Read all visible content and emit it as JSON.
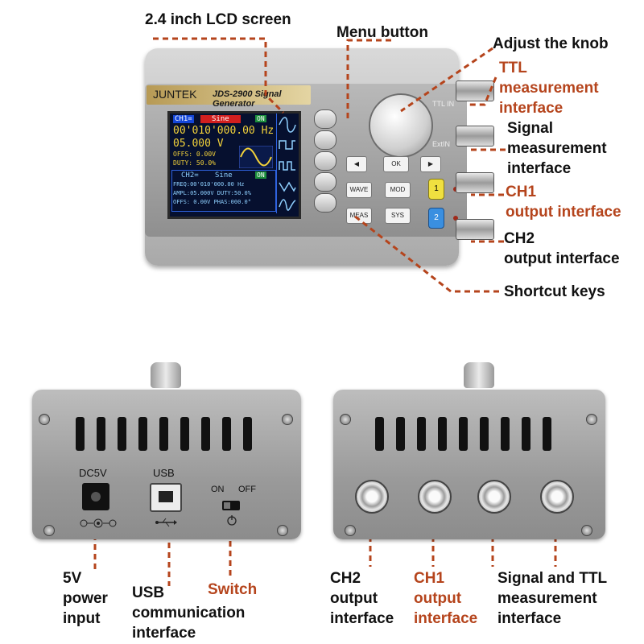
{
  "front_device": {
    "brand": "JUNTEK",
    "model": "JDS-2900 Signal Generator",
    "lcd": {
      "ch1_label": "CH1=",
      "ch1_wave": "Sine",
      "ch1_state": "ON",
      "ch1_freq": "00'010'000.00 Hz",
      "ch1_ampl": "05.000 V",
      "ch1_offs": "OFFS: 0.00V",
      "ch1_duty": "DUTY: 50.0%",
      "ch2_label": "CH2=",
      "ch2_wave": "Sine",
      "ch2_state": "ON",
      "ch2_freq": "FREQ:00'010'000.00 Hz",
      "ch2_ampl": "AMPL:05.000V DUTY:50.0%",
      "ch2_offs": "OFFS: 0.00V PHAS:000.0°"
    },
    "keys": {
      "ok": "OK",
      "wave": "WAVE",
      "mod": "MOD",
      "meas": "MEAS",
      "sys": "SYS",
      "ch1": "1",
      "ch2": "2"
    },
    "side_labels": {
      "ttl_in": "TTL IN",
      "ext_in": "ExtIN"
    }
  },
  "front_callouts": {
    "lcd_screen": "2.4 inch LCD screen",
    "menu_button": "Menu button",
    "adjust_knob": "Adjust the knob",
    "ttl": [
      "TTL",
      "measurement",
      "interface"
    ],
    "signal": [
      "Signal",
      "measurement",
      "interface"
    ],
    "ch1": [
      "CH1",
      "output interface"
    ],
    "ch2": [
      "CH2",
      "output interface"
    ],
    "shortcut_keys": "Shortcut keys"
  },
  "rear_left": {
    "dc5v": "DC5V",
    "usb": "USB",
    "on": "ON",
    "off": "OFF"
  },
  "bottom_callouts": {
    "power": [
      "5V",
      "power",
      "input"
    ],
    "usb": [
      "USB",
      "communication",
      "interface"
    ],
    "switch": "Switch",
    "ch2": [
      "CH2",
      "output",
      "interface"
    ],
    "ch1": [
      "CH1",
      "output",
      "interface"
    ],
    "signal_ttl": [
      "Signal and TTL",
      "measurement",
      "interface"
    ]
  },
  "colors": {
    "accent_red": "#b5441c",
    "lcd_bg": "#06102f",
    "leader_line": "#b5441c"
  }
}
